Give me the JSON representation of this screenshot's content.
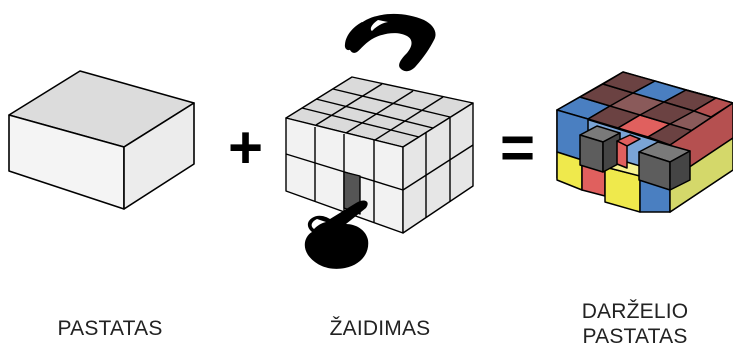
{
  "labels": {
    "building": "PASTATAS",
    "game": "ŽAIDIMAS",
    "kindergarten_line1": "DARŽELIO",
    "kindergarten_line2": "PASTATAS"
  },
  "operators": {
    "plus": "+",
    "equals": "="
  },
  "icons": [
    "box-icon",
    "grid-box-icon",
    "grab-hand-icon",
    "pointing-hand-icon",
    "colored-blocks-icon"
  ],
  "colors": {
    "box_top": "#e2e2e2",
    "box_side": "#f3f3f3",
    "block_blue": "#4a7fc1",
    "block_red": "#e0605e",
    "block_yellow": "#efe94c",
    "block_dark": "#5d5d5d",
    "outline": "#000000"
  }
}
